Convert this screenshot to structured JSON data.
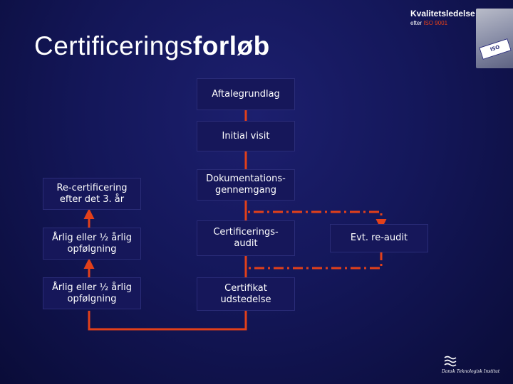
{
  "title": {
    "regular": "Certificerings",
    "bold": "forløb"
  },
  "brand": {
    "title": "Kvalitetsledelse",
    "sub_prefix": "efter",
    "sub_accent": "ISO 9001",
    "stamp": "ISO"
  },
  "flow": {
    "aftalegrundlag": "Aftalegrundlag",
    "initial_visit": "Initial visit",
    "dokumentation": "Dokumentations-\ngennemgang",
    "certificering_audit": "Certificerings-\naudit",
    "certifikat": "Certifikat\nudstedelse",
    "evt_reaudit": "Evt. re-audit",
    "recertificering": "Re-certificering\nefter det 3. år",
    "aarlig_1": "Årlig eller ½ årlig\nopfølgning",
    "aarlig_2": "Årlig eller ½ årlig\nopfølgning"
  },
  "footer": {
    "org": "Dansk Teknologisk Institut"
  },
  "colors": {
    "background": "#14175a",
    "box": "#16175a",
    "connector": "#e2401a",
    "text": "#ffffff"
  }
}
